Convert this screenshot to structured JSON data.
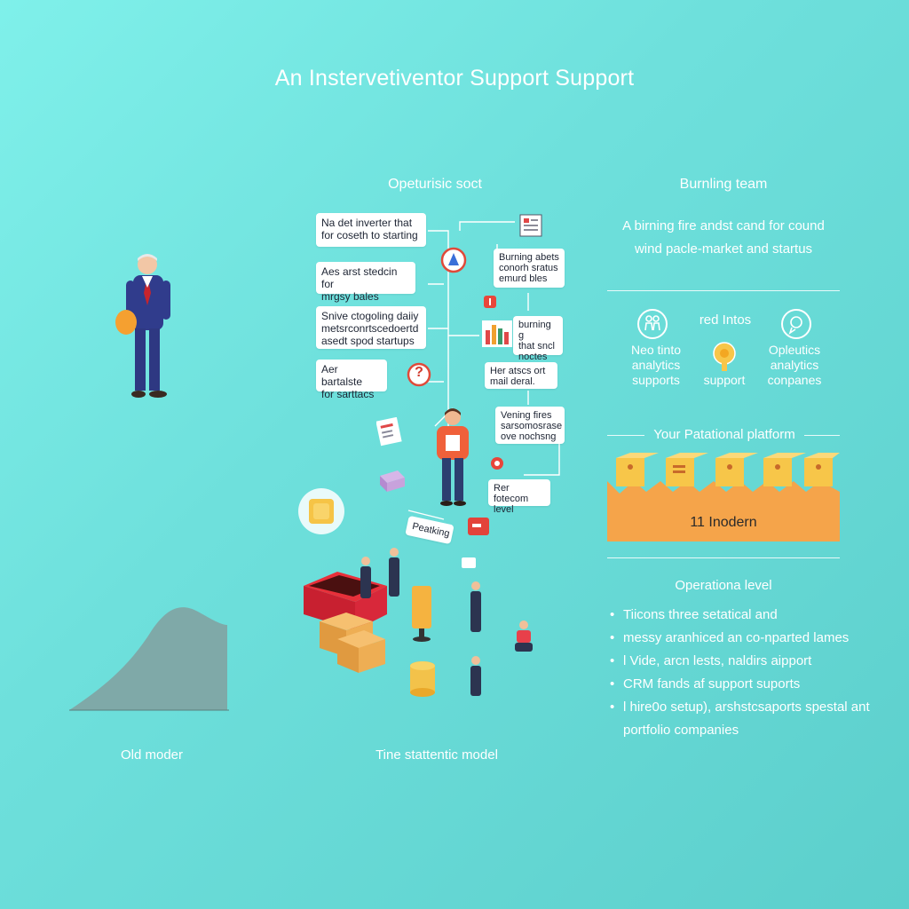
{
  "title": "An Instervetiventor Support Support",
  "left": {
    "caption": "Old moder"
  },
  "middle": {
    "header": "Opeturisic soct",
    "caption": "Tine stattentic model",
    "left_boxes": [
      [
        "Na det inverter that",
        "for coseth to starting"
      ],
      [
        "Aes arst stedcin for",
        "mrgsy bales"
      ],
      [
        "Snive ctogoling daiiy",
        "metsrconrtscedoertd",
        "asedt spod startups"
      ],
      [
        "Aer bartalste",
        "for sarttacs"
      ]
    ],
    "right_boxes": [
      [
        "Burning abets",
        "conorh sratus",
        "emurd bles"
      ],
      [
        "burning g",
        "that sncl",
        "noctes"
      ],
      [
        "Her atscs ort",
        "mail deral."
      ],
      [
        "Vening fires",
        "sarsomosrase",
        "ove nochsng"
      ],
      [
        "Rer fotecom",
        "level"
      ]
    ],
    "tag_label": "Peatking",
    "question_mark": "?"
  },
  "right": {
    "header": "Burnling team",
    "subtitle_lines": [
      "A birning fire andst cand for cound",
      "wind pacle-market and startus"
    ],
    "icons_center_label": "red Intos",
    "icon_cols": [
      {
        "icon": "people-icon",
        "lines": [
          "Neo tinto",
          "analytics",
          "supports"
        ]
      },
      {
        "icon": "coin-badge-icon",
        "lines": [
          "support"
        ]
      },
      {
        "icon": "chat-bubble-icon",
        "lines": [
          "Opleutics",
          "analytics",
          "conpanes"
        ]
      }
    ],
    "platform_label": "Your Patational platform",
    "platform_value": "11 Inodern",
    "operational_header": "Operationa level",
    "bullets": [
      "Tiicons three setatical and",
      "messy aranhiced an co-nparted lames",
      "l Vide, arcn lests, naldirs aipport",
      "CRM fands af support suports",
      "l hire0o setup), arshstcsaports spestal ant portfolio companies"
    ]
  },
  "colors": {
    "background": "#6ee0dc",
    "text_light": "#ffffff",
    "orange": "#f5a44a",
    "gold": "#f7c649",
    "chart_fill": "#7fa9a8"
  }
}
